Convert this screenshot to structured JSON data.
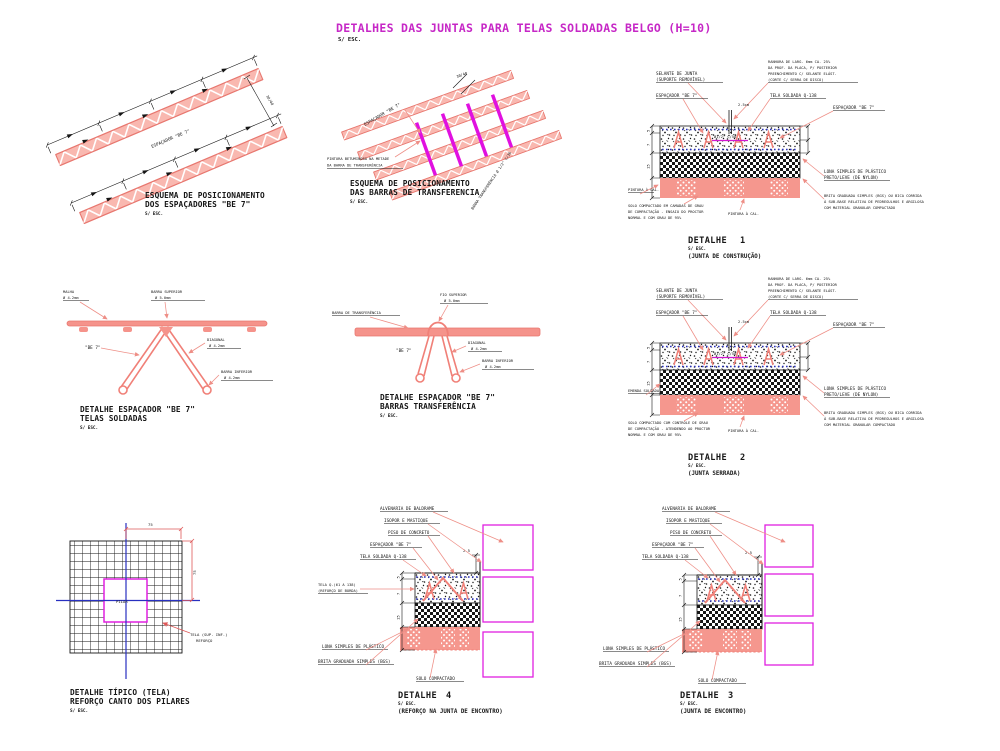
{
  "title": {
    "text": "DETALHES DAS JUNTAS PARA TELAS SOLDADAS BELGO (H=10)",
    "scale": "S/ ESC."
  },
  "colors": {
    "caption_magenta": "#C627C6",
    "linework_salmon": "#F08078",
    "subgrade_fill": "#F5978E",
    "mesh_blue": "#2830B8",
    "dimension_red": "#DE5858",
    "transfer_bar_magenta": "#E010E0",
    "ink_black": "#161616"
  },
  "panels": {
    "esq_espacadores": {
      "bar_label": "ESPAÇADOR \"BE 7\"",
      "dim": "30/40",
      "caption": [
        "ESQUEMA DE POSICIONAMENTO",
        "DOS ESPAÇADORES \"BE 7\""
      ],
      "scale": "S/ ESC."
    },
    "esq_barras": {
      "spacer_label": "ESPAÇADOR \"BE 7\"",
      "bar_label": "BARRA TRANSFERÊNCIA Ø 1/2\" C/30",
      "dim": "30/40",
      "note": [
        "PINTURA BETUMINOSA NA METADE",
        "DA BARRA DE TRANSFERÊNCIA"
      ],
      "caption": [
        "ESQUEMA DE POSICIONAMENTO",
        "DAS BARRAS DE TRANSFERENCIA"
      ],
      "scale": "S/ ESC."
    },
    "detalhe1": {
      "word": "DETALHE",
      "num": "1",
      "scale": "S/ ESC.",
      "subtitle": "(JUNTA DE CONSTRUÇÃO)",
      "labels": {
        "selante1": "SELANTE DE JUNTA",
        "selante2": "(SUPORTE REMOVÍVEL)",
        "esp": "ESPAÇADOR \"BE 7\"",
        "corte1": "RANHURA DE LARG. 6mm CA. 25%",
        "corte2": "DA PROF. DA PLACA, P/ POSTERIOR",
        "corte3": "PREENCHIMENTO C/ SELANTE ELÁST.",
        "corte4": "(CORTE C/ SERRA DE DISCO)",
        "tela": "TELA SOLDADA Q-138",
        "esp2": "ESPAÇADOR \"BE 7\"",
        "dimcorte": "2.5cm",
        "barra": "Ø1/2\" C/50",
        "lona1": "LONA SIMPLES DE PLÁSTICO",
        "lona2": "PRETO/LEVE (DE NYLON)",
        "brita1": "BRITA GRADUADA SIMPLES (BGS) OU BICA CORRIDA",
        "brita2": "À SUB-BASE RELATIVA DE PEDREGULHOS E ARGILOSA",
        "brita3": "COM MATERIAL GRANULAR COMPACTADO",
        "pint1": "PINTURA À CAL.",
        "pint2": "PINTURA À CAL.",
        "solo1": "SOLO COMPACTADO EM CAMADAS DE GRAU",
        "solo2": "DE COMPACTAÇÃO - ENSAIO DO PROCTOR",
        "solo3": "NORMAL E COM GRAU DE 95%",
        "dims": [
          "5",
          "7",
          "15"
        ]
      }
    },
    "detalhe2": {
      "word": "DETALHE",
      "num": "2",
      "scale": "S/ ESC.",
      "subtitle": "(JUNTA SERRADA)",
      "labels": {
        "selante1": "SELANTE DE JUNTA",
        "selante2": "(SUPORTE REMOVÍVEL)",
        "esp": "ESPAÇADOR \"BE 7\"",
        "corte1": "RANHURA DE LARG. 6mm CA. 25%",
        "corte2": "DA PROF. DA PLACA, P/ POSTERIOR",
        "corte3": "PREENCHIMENTO C/ SELANTE ELÁST.",
        "corte4": "(CORTE C/ SERRA DE DISCO)",
        "tela": "TELA SOLDADA Q-138",
        "esp2": "ESPAÇADOR \"BE 7\"",
        "dimcorte": "2.5cm",
        "barra": "Ø1/2\" C/50",
        "emenda": "EMENDA SOLDADA",
        "lona1": "LONA SIMPLES DE PLÁSTICO",
        "lona2": "PRETO/LEVE (DE NYLON)",
        "brita1": "BRITA GRADUADA SIMPLES (BGS) OU BICA CORRIDA",
        "brita2": "À SUB-BASE RELATIVA DE PEDREGULHOS E ARGILOSA",
        "brita3": "COM MATERIAL GRANULAR COMPACTADO",
        "pint2": "PINTURA À CAL.",
        "solo1": "SOLO COMPACTADO COM CONTROLE DE GRAU",
        "solo2": "DE COMPACTAÇÃO - ATENDENDO AO PROCTOR",
        "solo3": "NORMAL E COM GRAU DE 95%",
        "dims": [
          "5",
          "7",
          "15"
        ]
      }
    },
    "esp_telas": {
      "labels": {
        "malha1": "MALHA",
        "malha2": "Ø 4.2mm",
        "sup1": "BARRA SUPERIOR",
        "sup2": "Ø 5.0mm",
        "be7": "\"BE 7\"",
        "diag1": "DIAGONAL",
        "diag2": "Ø 4.2mm",
        "inf1": "BARRA INFERIOR",
        "inf2": "Ø 4.2mm"
      },
      "caption": [
        "DETALHE ESPAÇADOR \"BE 7\"",
        "TELAS SOLDADAS"
      ],
      "scale": "S/ ESC."
    },
    "esp_barras": {
      "labels": {
        "sup1": "FIO SUPERIOR",
        "sup2": "Ø 5.0mm",
        "barra": "BARRA DE TRANSFERÊNCIA",
        "be7": "\"BE 7\"",
        "diag1": "DIAGONAL",
        "diag2": "Ø 4.2mm",
        "inf1": "BARRA INFERIOR",
        "inf2": "Ø 4.2mm"
      },
      "caption": [
        "DETALHE ESPAÇADOR \"BE 7\"",
        "BARRAS TRANSFERÊNCIA"
      ],
      "scale": "S/ ESC."
    },
    "tela_pilar": {
      "pilar": "PILAR",
      "dim_top": "75",
      "dim_right": "75",
      "reforco": [
        "TELA (SUP. INF.)",
        "REFORÇO"
      ],
      "caption": [
        "DETALHE TÍPICO (TELA)",
        "REFORÇO CANTO DOS PILARES"
      ],
      "scale": "S/ ESC."
    },
    "detalhe4": {
      "word": "DETALHE",
      "num": "4",
      "scale": "S/ ESC.",
      "subtitle": "(REFORÇO NA JUNTA DE ENCONTRO)",
      "labels": {
        "alvenaria": "ALVENARIA DE BALDRAME",
        "isopor": "ISOPOR E MASTIQUE",
        "piso": "PISO DE CONCRETO",
        "esp": "ESPAÇADOR \"BE 7\"",
        "tela": "TELA SOLDADA Q-138",
        "ref1": "TELA Q-(61 A 138)",
        "ref2": "(REFORÇO DE BORDA)",
        "lona": "LONA SIMPLES DE PLÁSTICO",
        "brita": "BRITA GRADUADA SIMPLES (BGS)",
        "solo": "SOLO COMPACTADO",
        "dim": "2.5",
        "dims": [
          "5",
          "7",
          "15"
        ]
      }
    },
    "detalhe3": {
      "word": "DETALHE",
      "num": "3",
      "scale": "S/ ESC.",
      "subtitle": "(JUNTA DE ENCONTRO)",
      "labels": {
        "alvenaria": "ALVENARIA DE BALDRAME",
        "isopor": "ISOPOR E MASTIQUE",
        "piso": "PISO DE CONCRETO",
        "esp": "ESPAÇADOR \"BE 7\"",
        "tela": "TELA SOLDADA Q-138",
        "lona": "LONA SIMPLES DE PLÁSTICO",
        "brita": "BRITA GRADUADA SIMPLES (BGS)",
        "solo": "SOLO COMPACTADO",
        "dim": "2.5",
        "dims": [
          "5",
          "7",
          "15"
        ]
      }
    }
  }
}
